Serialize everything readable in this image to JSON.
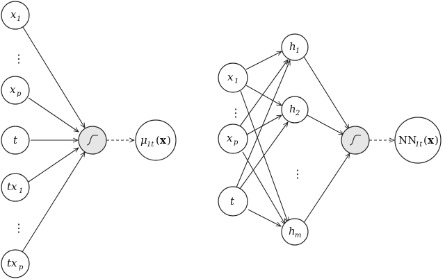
{
  "left_network": {
    "inputs": [
      {
        "base": "x",
        "sub": "1"
      },
      {
        "base": "x",
        "sub": "p"
      },
      {
        "base": "t",
        "sub": ""
      },
      {
        "base": "tx",
        "sub": "1"
      },
      {
        "base": "tx",
        "sub": "p"
      }
    ],
    "ellipsis": "⋮",
    "output": {
      "greek": "μ",
      "sub": "1t",
      "open": "(",
      "arg": "x",
      "close": ")"
    }
  },
  "right_network": {
    "inputs": [
      {
        "base": "x",
        "sub": "1"
      },
      {
        "base": "x",
        "sub": "p"
      },
      {
        "base": "t",
        "sub": ""
      }
    ],
    "hidden": [
      {
        "base": "h",
        "sub": "1"
      },
      {
        "base": "h",
        "sub": "2"
      },
      {
        "base": "h",
        "sub": "m"
      }
    ],
    "ellipsis": "⋮",
    "output": {
      "name": "NN",
      "sub": "1t",
      "open": "(",
      "arg": "x",
      "close": ")"
    }
  },
  "colors": {
    "activation_fill": "#e6e6e6",
    "stroke": "#222222"
  }
}
